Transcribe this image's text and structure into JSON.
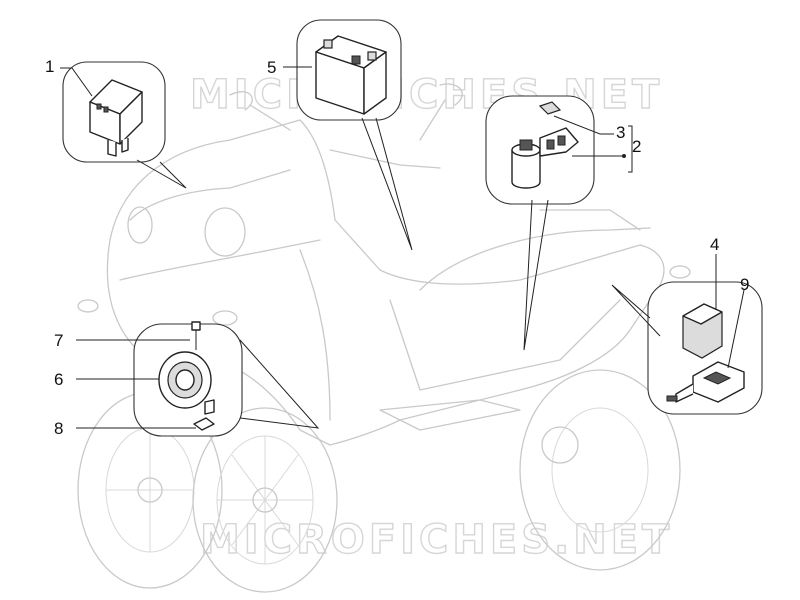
{
  "watermark": "MICROFICHES.NET",
  "callouts": [
    {
      "id": "1",
      "label": "1"
    },
    {
      "id": "2",
      "label": "2"
    },
    {
      "id": "3",
      "label": "3"
    },
    {
      "id": "4",
      "label": "4"
    },
    {
      "id": "5",
      "label": "5"
    },
    {
      "id": "6",
      "label": "6"
    },
    {
      "id": "7",
      "label": "7"
    },
    {
      "id": "8",
      "label": "8"
    },
    {
      "id": "9",
      "label": "9"
    }
  ],
  "colors": {
    "line": "#222222",
    "ghost": "#c9c9c9",
    "watermark": "#d6d6d6"
  }
}
